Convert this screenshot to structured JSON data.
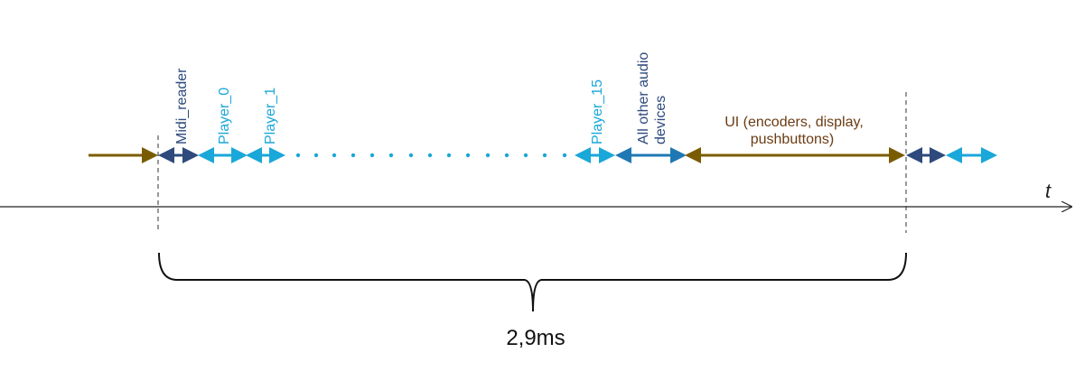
{
  "colors": {
    "previous_task": "#7a5c00",
    "midi_reader": "#2e4a7d",
    "player": "#1aa7d9",
    "other_audio": "#1f78b4",
    "ui": "#7a5c00",
    "axis": "#222222",
    "marker": "#333333"
  },
  "labels": {
    "midi_reader": "Midi_reader",
    "player_0": "Player_0",
    "player_1": "Player_1",
    "player_15": "Player_15",
    "other_audio_line1": "All other audio",
    "other_audio_line2": "devices",
    "ui_line1": "UI (encoders, display,",
    "ui_line2": "pushbuttons)",
    "time_axis": "t",
    "period": "2,9ms"
  }
}
